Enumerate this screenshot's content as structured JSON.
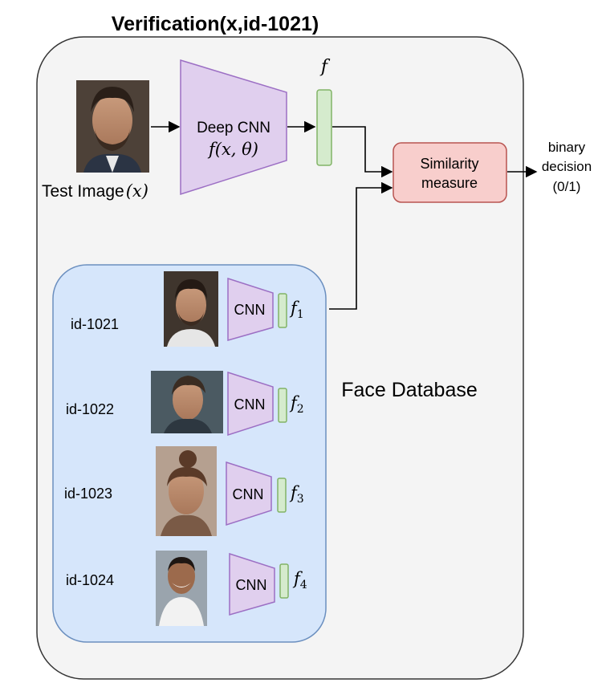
{
  "title": "Verification(x,id-1021)",
  "test_image": {
    "label": "Test Image",
    "math": "(x)"
  },
  "deep_cnn": {
    "label": "Deep CNN",
    "math": "f(x, θ)"
  },
  "feature": {
    "label": "f"
  },
  "similarity": {
    "line1": "Similarity",
    "line2": "measure"
  },
  "output": {
    "line1": "binary",
    "line2": "decision",
    "line3": "(0/1)"
  },
  "database": {
    "label": "Face Database",
    "entries": [
      {
        "id": "id-1021",
        "cnn": "CNN",
        "feat": "f",
        "sub": "1"
      },
      {
        "id": "id-1022",
        "cnn": "CNN",
        "feat": "f",
        "sub": "2"
      },
      {
        "id": "id-1023",
        "cnn": "CNN",
        "feat": "f",
        "sub": "3"
      },
      {
        "id": "id-1024",
        "cnn": "CNN",
        "feat": "f",
        "sub": "4"
      }
    ]
  },
  "colors": {
    "outer_fill": "#f4f4f4",
    "db_fill": "#d6e6fb",
    "db_stroke": "#6b8fbf",
    "cnn_fill": "#e0cfee",
    "cnn_stroke": "#9c6fc4",
    "feat_fill": "#d5ebcd",
    "feat_stroke": "#82b366",
    "sim_fill": "#f8cecc",
    "sim_stroke": "#b85450"
  },
  "icons": [
    "face-photo-icon",
    "arrow-icon"
  ]
}
